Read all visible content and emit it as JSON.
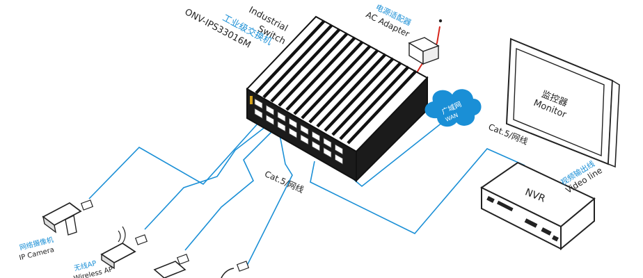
{
  "switch": {
    "label_line1": "Industrial",
    "label_line2": "Switch",
    "label_cn": "工业级交换机",
    "model": "ONV-IPS33016M"
  },
  "adapter": {
    "label_cn": "电源适配器",
    "label_en": "AC Adapter"
  },
  "cloud": {
    "label_cn": "广域网",
    "label_en": "WAN"
  },
  "monitor": {
    "label_cn": "监控器",
    "label_en": "Monitor"
  },
  "nvr": {
    "label": "NVR"
  },
  "cable_right": {
    "label": "Cat.5/网线"
  },
  "cable_center": {
    "label": "Cat.5/网线"
  },
  "video_line": {
    "label_cn": "视频输出线",
    "label_en": "Video line"
  },
  "ip_camera": {
    "label_cn": "网络摄像机",
    "label_en": "IP Camera"
  },
  "wireless_ap": {
    "label_cn": "无线AP",
    "label_en": "Wireless AP"
  },
  "colors": {
    "cable": "#1a8fd6",
    "power": "#d7261c",
    "accent_cn": "#1a8fd6",
    "body": "#1b1b1b"
  }
}
